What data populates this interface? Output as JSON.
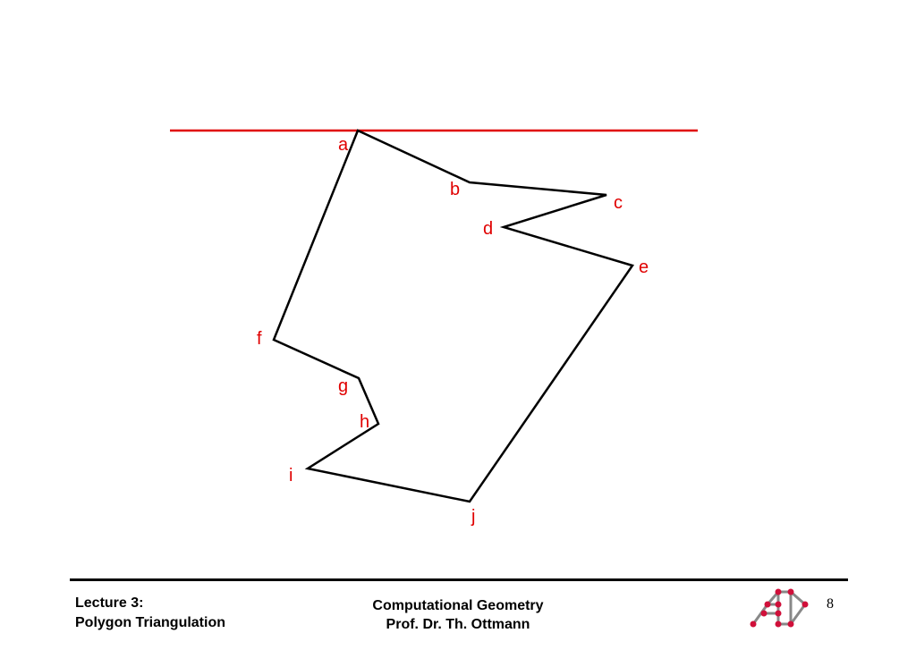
{
  "slide": {
    "accent_color": "#e00000",
    "polygon_color": "#000000",
    "vertices": [
      {
        "label": "a"
      },
      {
        "label": "b"
      },
      {
        "label": "c"
      },
      {
        "label": "d"
      },
      {
        "label": "e"
      },
      {
        "label": "j"
      },
      {
        "label": "i"
      },
      {
        "label": "h"
      },
      {
        "label": "g"
      },
      {
        "label": "f"
      }
    ]
  },
  "footer": {
    "left_line1": "Lecture 3:",
    "left_line2": "Polygon Triangulation",
    "center_line1": "Computational Geometry",
    "center_line2": "Prof. Dr. Th. Ottmann",
    "page_number": "8",
    "logo_icon": "algorithms-logo-icon"
  }
}
